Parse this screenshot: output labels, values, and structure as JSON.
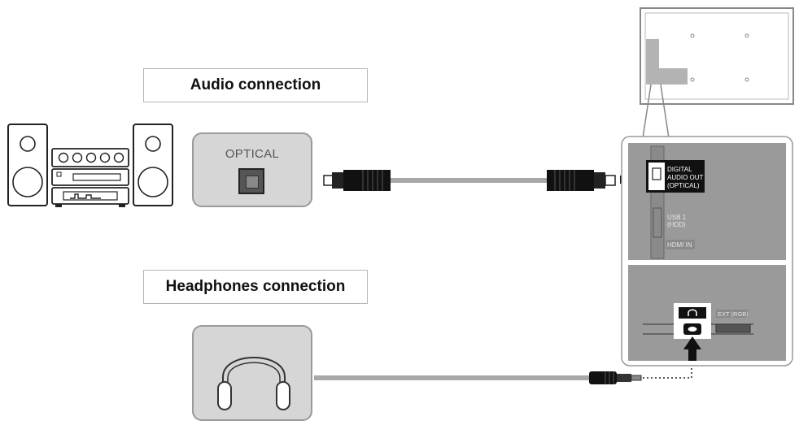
{
  "labels": {
    "audio_connection": "Audio connection",
    "headphones_connection": "Headphones connection",
    "optical": "OPTICAL"
  },
  "tv_panel": {
    "digital_audio_out_line1": "DIGITAL",
    "digital_audio_out_line2": "AUDIO OUT",
    "digital_audio_out_line3": "(OPTICAL)",
    "usb_line1": "USB 1",
    "usb_line2": "(HDD)",
    "hdmi_in": "HDMI IN",
    "ext_rgb": "EXT (RGB)"
  },
  "icons": {
    "stereo": "stereo-system-icon",
    "headphones": "headphones-icon",
    "tv": "tv-back-icon",
    "optical_cable": "optical-cable-icon",
    "audio_jack": "headphone-jack-icon"
  },
  "colors": {
    "panel": "#9a9a9a",
    "card": "#d6d6d6",
    "cable": "#a8a8a8",
    "arrow": "#111111"
  }
}
